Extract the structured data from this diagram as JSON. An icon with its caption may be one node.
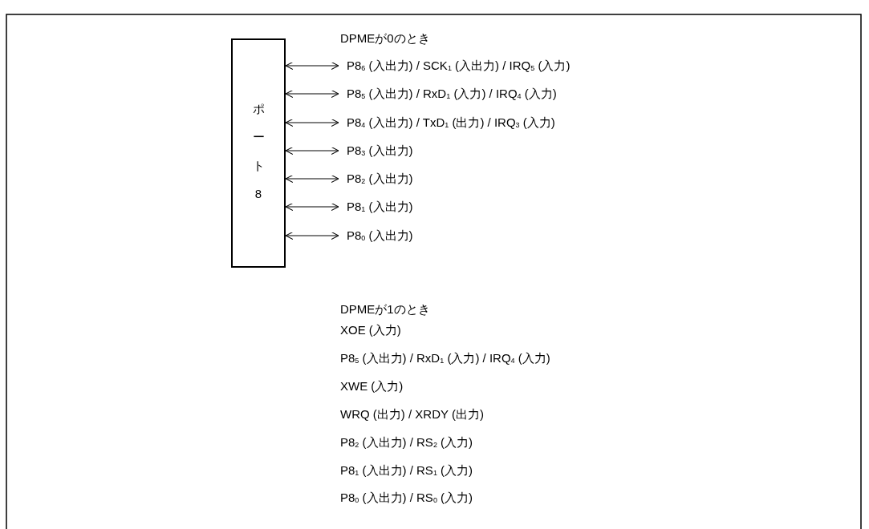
{
  "diagram": {
    "nodes": [
      {
        "text": [
          "ポート8"
        ]
      },
      {
        "text": [
          "P8$_{6}$ (入出力) / SCK$_{1}$ (入出力) / IRQ$_{5}$ (入力)"
        ]
      },
      {
        "text": [
          "P8$_{5}$ (入出力) / RxD$_{1}$ (入力) / IRQ$_{4}$ (入力)"
        ]
      },
      {
        "text": [
          "P8$_{4}$ (入出力) / TxD$_{1}$ (出力) / IRQ$_{3}$ (入力)"
        ]
      },
      {
        "text": [
          "P8$_{3}$ (入出力)"
        ]
      },
      {
        "text": [
          "P8$_{2}$ (入出力)"
        ]
      },
      {
        "text": [
          "P8$_{1}$ (入出力)"
        ]
      },
      {
        "text": [
          "P8$_{0}$ (入出力)"
        ]
      }
    ],
    "edges": [
      {
        "from": 0,
        "to": 1,
        "arrow": "both"
      },
      {
        "from": 0,
        "to": 2,
        "arrow": "both"
      },
      {
        "from": 0,
        "to": 3,
        "arrow": "both"
      },
      {
        "from": 0,
        "to": 4,
        "arrow": "both"
      },
      {
        "from": 0,
        "to": 5,
        "arrow": "both"
      },
      {
        "from": 0,
        "to": 6,
        "arrow": "both"
      },
      {
        "from": 0,
        "to": 7,
        "arrow": "both"
      }
    ],
    "labels": [
      "DPMEが0のとき",
      "DPMEが1のとき",
      "XOE (入力)",
      "P8$_{5}$ (入出力) / RxD$_{1}$ (入力) / IRQ$_{4}$ (入力)",
      "XWE (入力)",
      "WRQ (出力) / XRDY (出力)",
      "P8$_{2}$ (入出力) / RS$_{2}$ (入力)",
      "P8$_{1}$ (入出力) / RS$_{1}$ (入力)",
      "P8$_{0}$ (入出力) / RS$_{0}$ (入力)"
    ]
  }
}
